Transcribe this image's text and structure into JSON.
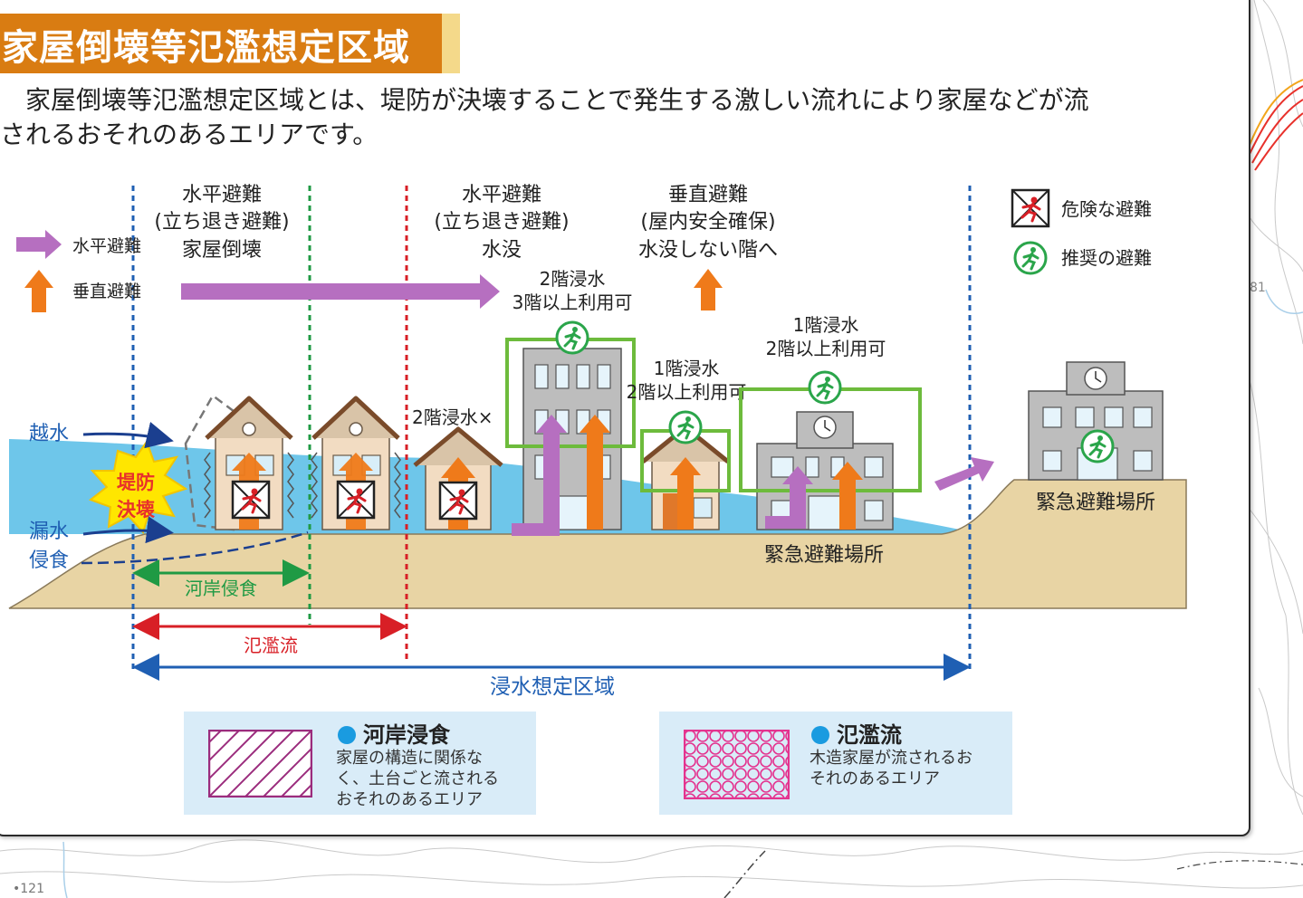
{
  "header": {
    "title": "家屋倒壊等氾濫想定区域",
    "intro_line1": "　家屋倒壊等氾濫想定区域とは、堤防が決壊することで発生する激しい流れにより家屋などが流",
    "intro_line2": "されるおそれのあるエリアです。"
  },
  "diagram": {
    "arrow_legend": {
      "horizontal": "水平避難",
      "vertical": "垂直避難"
    },
    "icon_legend": {
      "danger": "危険な避難",
      "recommended": "推奨の避難"
    },
    "zones": [
      {
        "lines": [
          "水平避難",
          "(立ち退き避難)",
          "家屋倒壊"
        ]
      },
      {
        "lines": [
          "水平避難",
          "(立ち退き避難)",
          "水没"
        ]
      },
      {
        "lines": [
          "垂直避難",
          "(屋内安全確保)",
          "水没しない階へ"
        ]
      }
    ],
    "buildings": {
      "b1": [
        "2階浸水",
        "3階以上利用可"
      ],
      "b2": [
        "1階浸水",
        "2階以上利用可"
      ],
      "b3": [
        "1階浸水",
        "2階以上利用可"
      ],
      "house": "2階浸水×"
    },
    "labels": {
      "overtopping": "越水",
      "breach1": "堤防",
      "breach2": "決壊",
      "leakage": "漏水",
      "erosion": "侵食",
      "riverbank_erosion": "河岸侵食",
      "flood_flow": "氾濫流",
      "inundation_area": "浸水想定区域",
      "shelter_low": "緊急避難場所",
      "shelter_high": "緊急避難場所"
    },
    "colors": {
      "water": "#6ec6ea",
      "ground": "#e8d4a4",
      "blue_line": "#1f5fb3",
      "green_line": "#1f9a44",
      "red_line": "#d81f26",
      "purple_arrow": "#b66fc0",
      "orange_arrow": "#ef7a1a"
    }
  },
  "legend": {
    "items": [
      {
        "title": "河岸浸食",
        "desc": [
          "家屋の構造に関係な",
          "く、土台ごと流される",
          "おそれのあるエリア"
        ]
      },
      {
        "title": "氾濫流",
        "desc": [
          "木造家屋が流されるお",
          "それのあるエリア"
        ]
      }
    ]
  },
  "margin": {
    "map_label": "81",
    "page_number": "121"
  }
}
